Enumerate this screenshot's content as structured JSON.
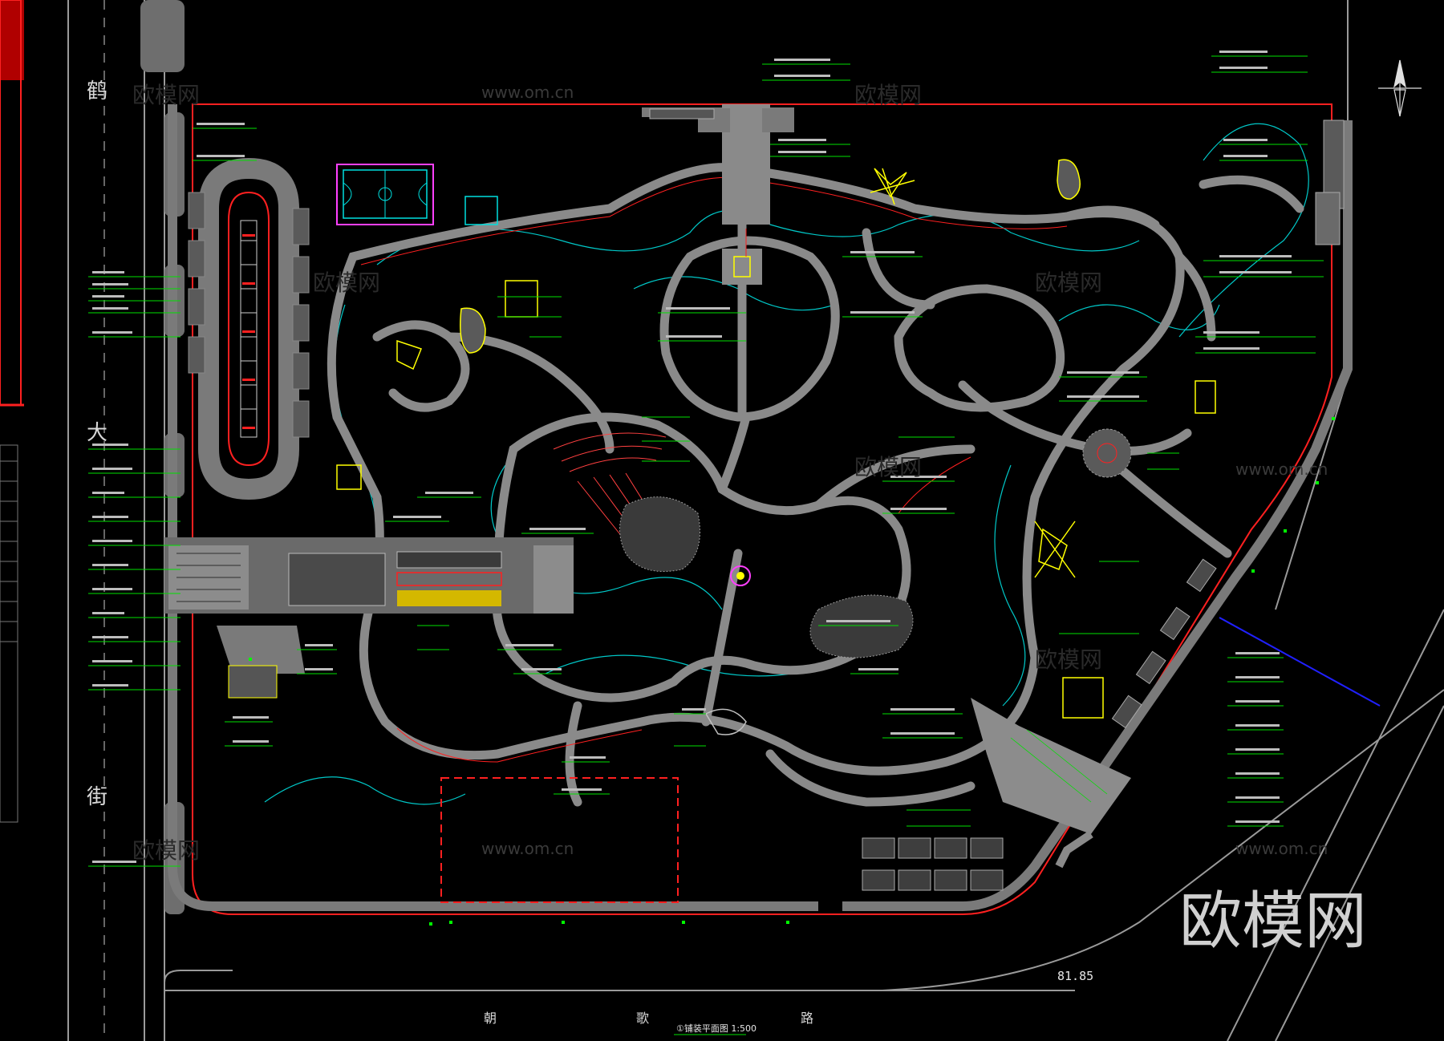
{
  "streets": {
    "left_vertical": [
      "鹤",
      "大",
      "街"
    ],
    "bottom_horizontal": [
      "朝",
      "歌",
      "路"
    ]
  },
  "elevation": "81.85",
  "title": "①铺装平面图 1:500",
  "watermarks": {
    "url": "www.om.cn",
    "cn": "欧模网",
    "big": "欧模网"
  },
  "colors": {
    "background": "#000000",
    "paving": "#808080",
    "boundary": "#ff2020",
    "water": "#00c8c8",
    "annotation": "#00e000",
    "structure": "#ffff00",
    "court": "#ff40ff"
  },
  "icons": [
    "north-arrow-icon"
  ]
}
